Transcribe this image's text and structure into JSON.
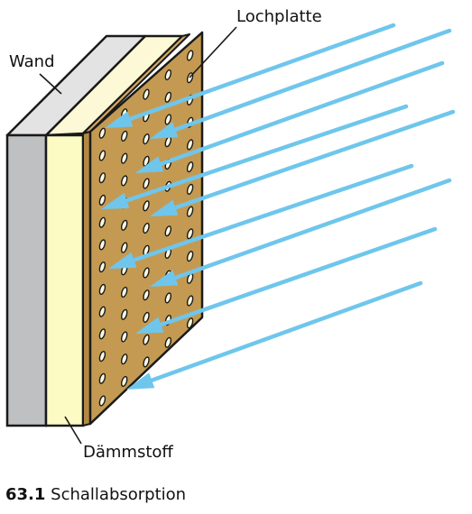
{
  "labels": {
    "wall": "Wand",
    "perforated_panel": "Lochplatte",
    "insulation": "Dämmstoff"
  },
  "caption": {
    "number": "63.1",
    "text": "Schallabsorption"
  },
  "colors": {
    "wall_front": "#bfc0c2",
    "wall_top": "#e3e3e3",
    "insulation_front": "#fdfbc4",
    "insulation_top": "#fdf9d6",
    "panel": "#c49a52",
    "panel_top": "#d4ab62",
    "panel_side": "#b28845",
    "hole": "#fffbe2",
    "outline": "#1a1a1a",
    "arrow": "#6fc6ec"
  }
}
